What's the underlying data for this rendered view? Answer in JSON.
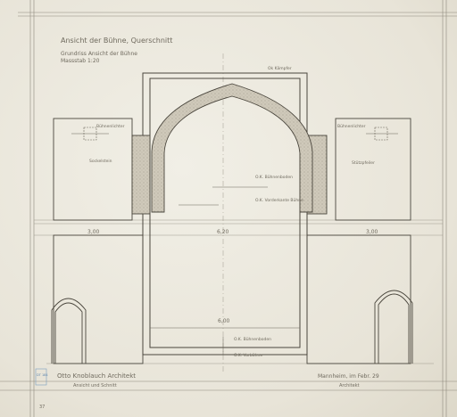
{
  "drawing": {
    "title": "Ansicht der Bühne, Querschnitt",
    "subtitle_line1": "Grundriss Ansicht der Bühne",
    "subtitle_line2": "Massstab 1:20",
    "dim_left_width": "3,00",
    "dim_center_width": "6,20",
    "dim_right_width": "3,00",
    "dim_bottom_width": "6,00",
    "label_arch_top": "Ok Kämpfer",
    "label_left_pier": "Bühnenlichter",
    "label_right_pier": "Bühnenlichter",
    "label_center_1": "O.K. Bühnenboden",
    "label_center_2": "O.K. Vorderkante Bühne",
    "label_left_side": "Sockelstein",
    "label_right_side": "Stützpfeiler",
    "label_bottom_1": "O.K. Bühnenboden",
    "label_bottom_2": "O.K. Vorbühne",
    "footer_left_line1": "Otto Knoblauch Architekt",
    "footer_left_line2": "Ansicht und Schnitt",
    "footer_right_line1": "Mannheim, im Febr. 29",
    "footer_right_line2": "Architekt",
    "stamp_text": "DT 184",
    "page_number": "37"
  },
  "colors": {
    "paper": "#ebe7db",
    "ink": "#4a463d",
    "stone": "#bdb7a8"
  }
}
